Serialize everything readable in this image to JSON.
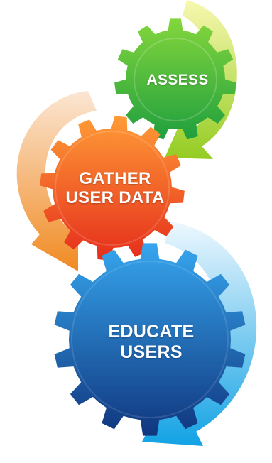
{
  "gears": [
    {
      "label": "ASSESS"
    },
    {
      "label": "GATHER\nUSER DATA"
    },
    {
      "label": "EDUCATE\nUSERS"
    }
  ],
  "colors": {
    "assess_gear": [
      "#7cd23a",
      "#27a83f"
    ],
    "assess_arrow": [
      "#f6f59a",
      "#9ad028"
    ],
    "gather_gear": [
      "#ff9a38",
      "#e8321e"
    ],
    "gather_arrow": [
      "#fbe4cf",
      "#f0902a"
    ],
    "educate_gear": [
      "#35a4ec",
      "#123c86"
    ],
    "educate_arrow": [
      "#e3f4fd",
      "#1aa6e6"
    ]
  },
  "icons": [
    "cycle-arrow-icon",
    "gear-icon"
  ]
}
